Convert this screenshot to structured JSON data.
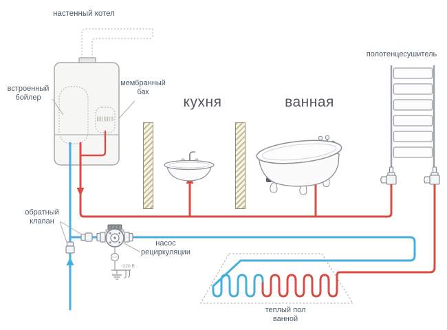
{
  "diagram": {
    "labels": {
      "wall_boiler": "настенный котел",
      "built_in_boiler": "встроенный бойлер",
      "membrane_tank": "мембранный бак",
      "kitchen": "кухня",
      "bathroom": "ванная",
      "towel_rail": "полотенцесушитель",
      "check_valve": "обратный клапан",
      "recirculation_pump": "насос рециркуляции",
      "heated_floor": "теплый пол ванной",
      "voltage": "~220 В"
    },
    "colors": {
      "hot_pipe": "#d94b43",
      "cold_pipe": "#45aedd",
      "label": "#4b5b68",
      "room_label": "#53575d",
      "wall_hatch": "#c3b992",
      "outline": "#8a9097"
    }
  }
}
